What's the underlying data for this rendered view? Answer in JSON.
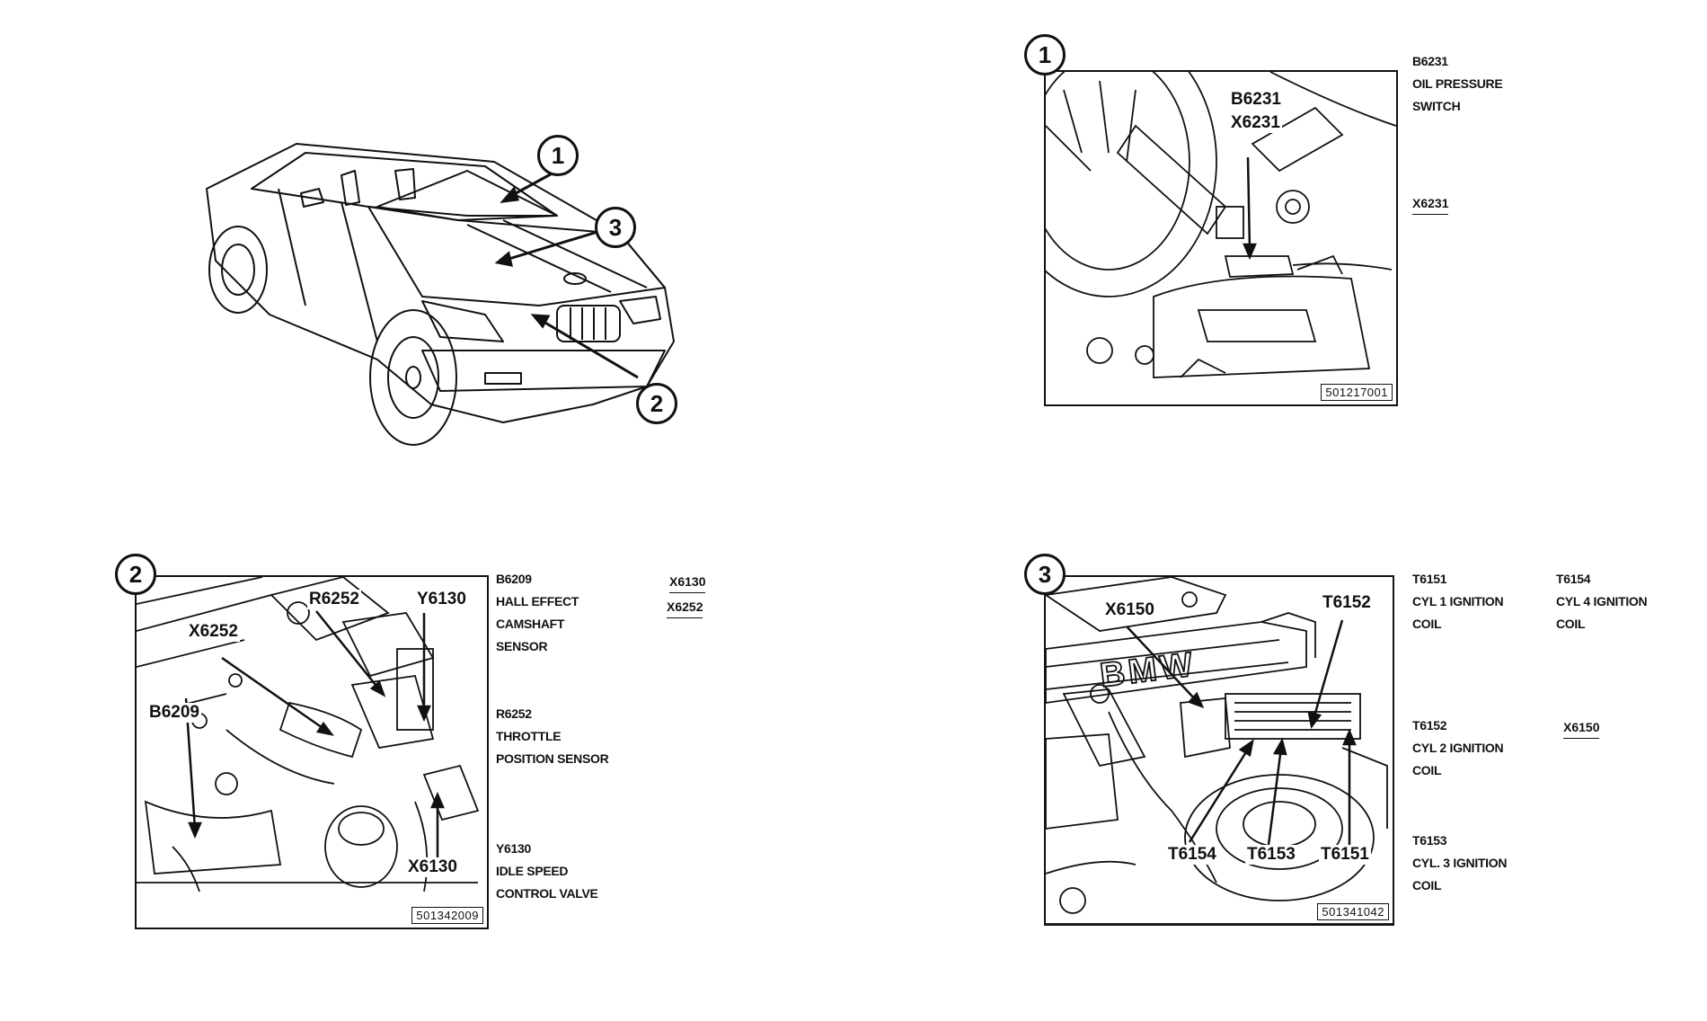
{
  "overview": {
    "callouts": [
      "1",
      "2",
      "3"
    ]
  },
  "panel1": {
    "number": "1",
    "figure_id": "501217001",
    "labels": [
      "B6231",
      "X6231"
    ],
    "legend": {
      "code": "B6231",
      "lines": [
        "OIL PRESSURE",
        "SWITCH"
      ]
    },
    "connectors": [
      "X6231"
    ]
  },
  "panel2": {
    "number": "2",
    "figure_id": "501342009",
    "labels": {
      "r6252": "R6252",
      "y6130": "Y6130",
      "x6252": "X6252",
      "b6209": "B6209",
      "x6130": "X6130"
    },
    "legend": [
      {
        "code": "B6209",
        "lines": [
          "HALL EFFECT",
          "CAMSHAFT",
          "SENSOR"
        ]
      },
      {
        "code": "R6252",
        "lines": [
          "THROTTLE",
          "POSITION SENSOR"
        ]
      },
      {
        "code": "Y6130",
        "lines": [
          "IDLE SPEED",
          "CONTROL VALVE"
        ]
      }
    ],
    "connectors": [
      "X6130",
      "X6252"
    ]
  },
  "panel3": {
    "number": "3",
    "figure_id": "501341042",
    "labels": {
      "x6150": "X6150",
      "t6152": "T6152",
      "t6154": "T6154",
      "t6153": "T6153",
      "t6151": "T6151"
    },
    "engine_text": "BMW",
    "legend_left": [
      {
        "code": "T6151",
        "lines": [
          "CYL 1 IGNITION",
          "COIL"
        ]
      },
      {
        "code": "T6152",
        "lines": [
          "CYL 2 IGNITION",
          "COIL"
        ]
      },
      {
        "code": "T6153",
        "lines": [
          "CYL. 3 IGNITION",
          "COIL"
        ]
      }
    ],
    "legend_right": [
      {
        "code": "T6154",
        "lines": [
          "CYL 4 IGNITION",
          "COIL"
        ]
      }
    ],
    "connectors": [
      "X6150"
    ]
  }
}
